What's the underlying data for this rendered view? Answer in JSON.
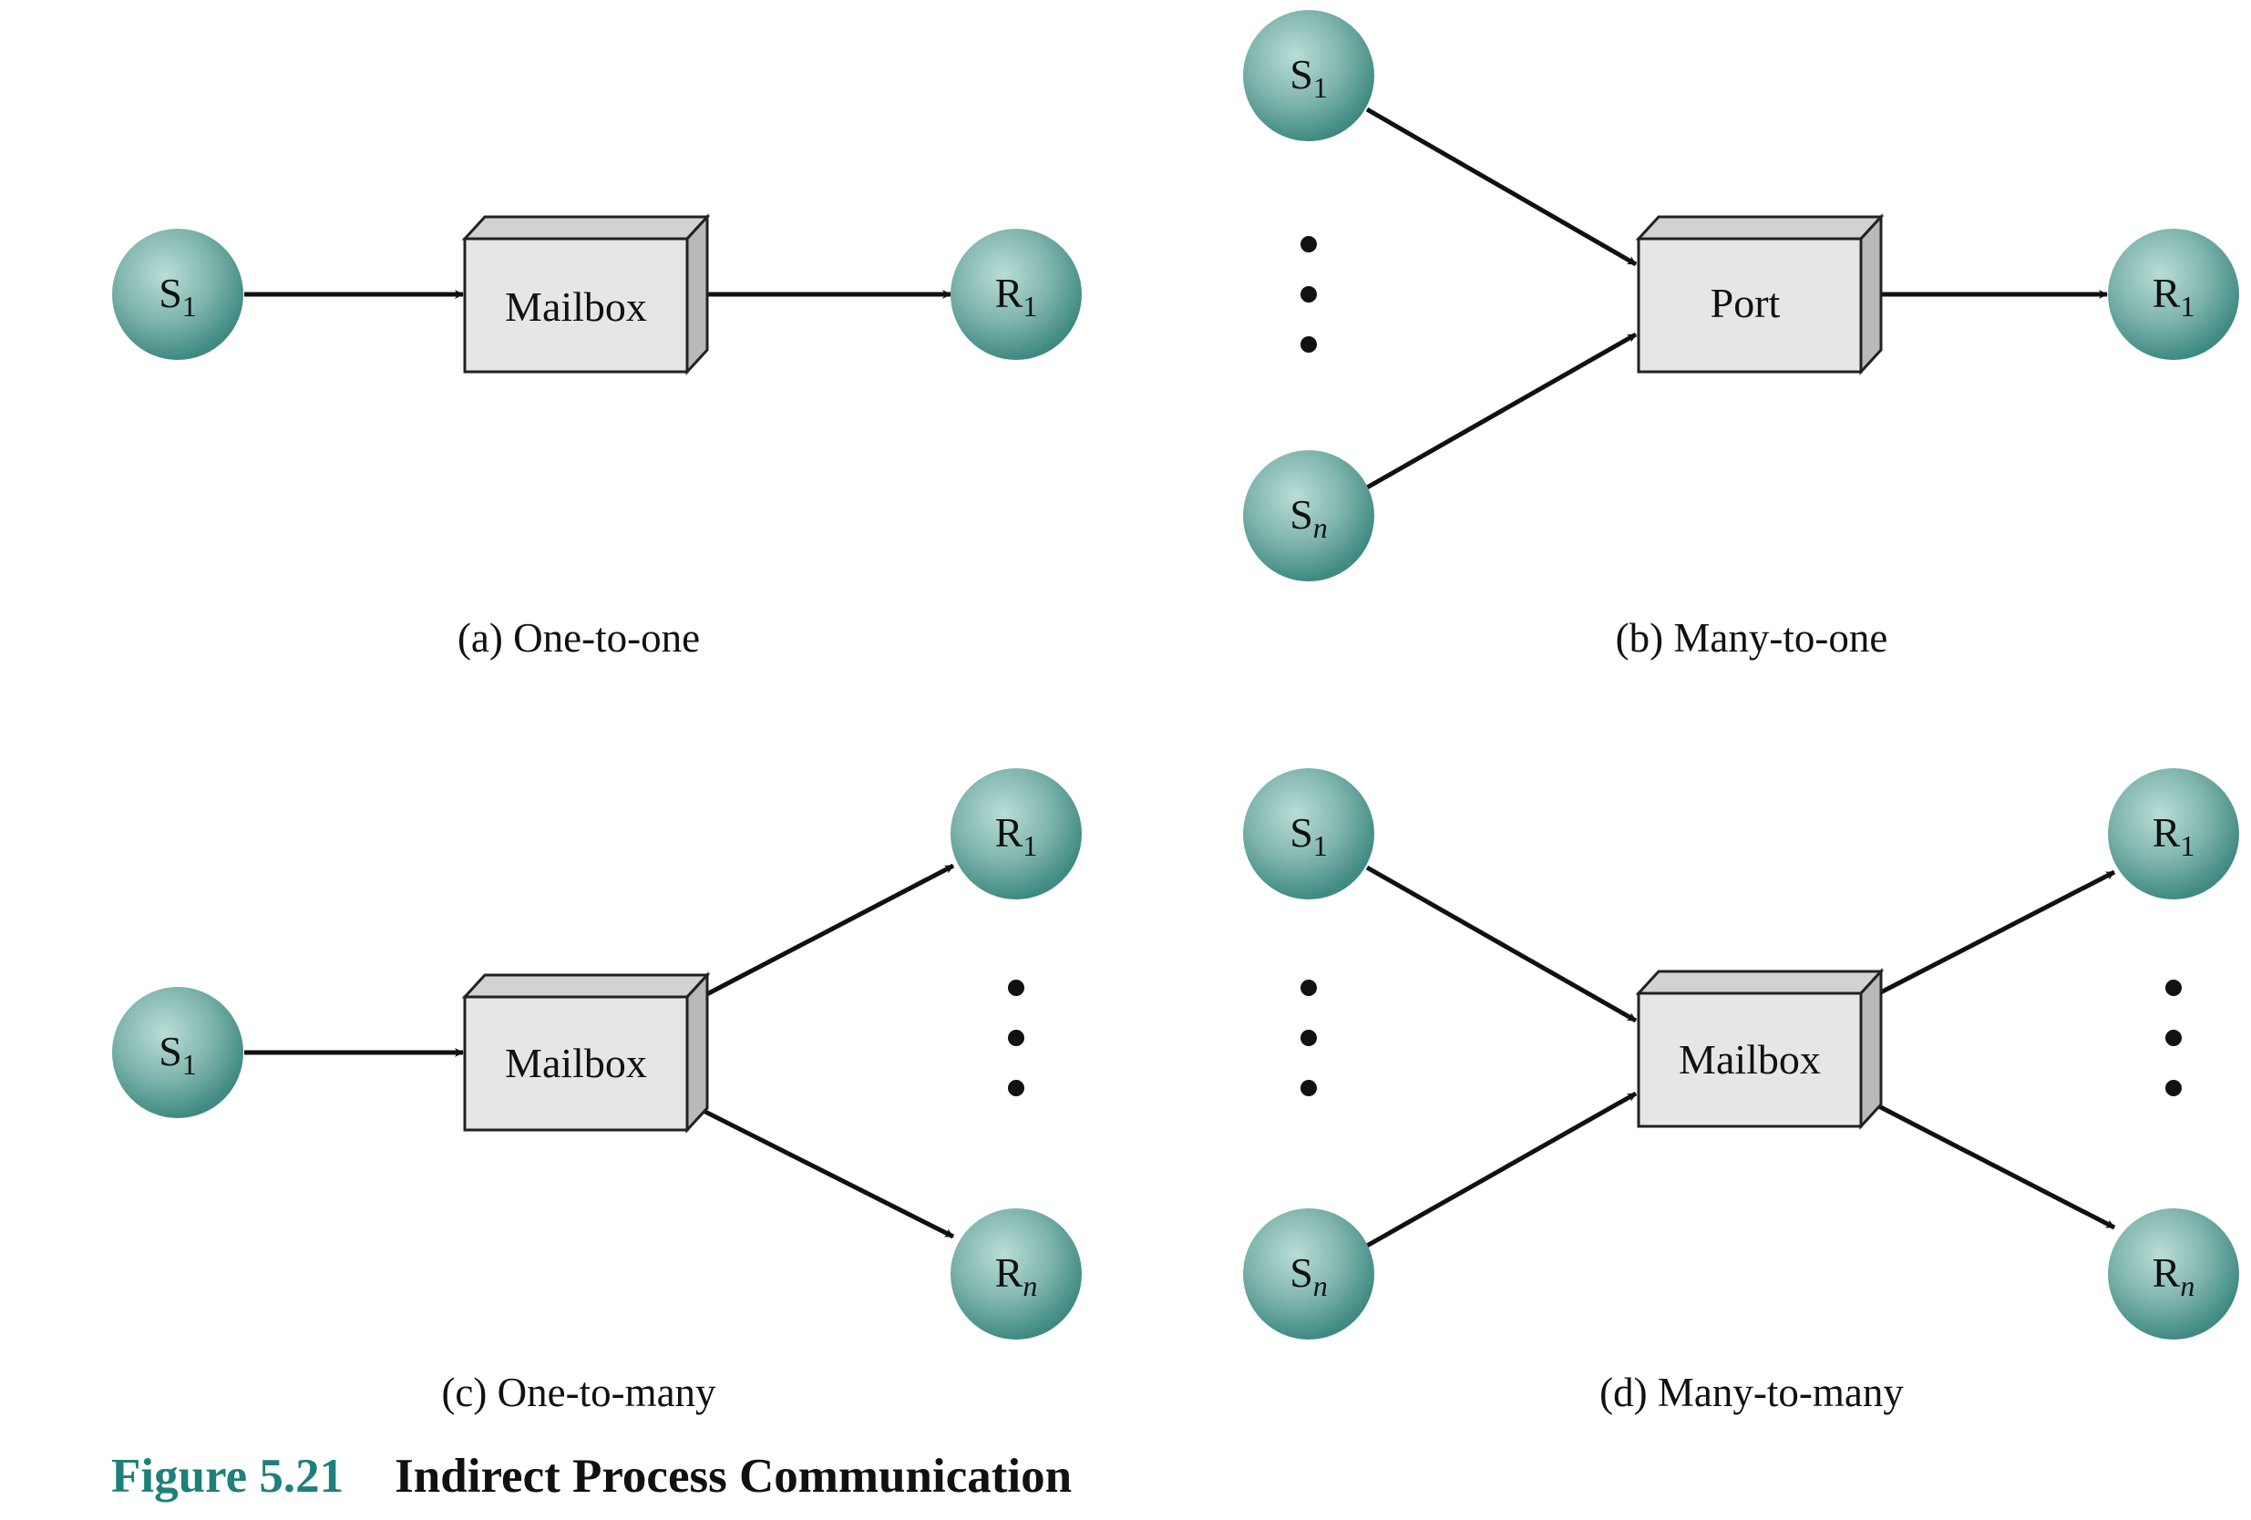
{
  "panels": [
    {
      "id": "a",
      "caption": "(a) One-to-one",
      "box_label": "Mailbox",
      "senders": [
        "S1"
      ],
      "receivers": [
        "R1"
      ]
    },
    {
      "id": "b",
      "caption": "(b) Many-to-one",
      "box_label": "Port",
      "senders": [
        "S1",
        "Sn"
      ],
      "receivers": [
        "R1"
      ]
    },
    {
      "id": "c",
      "caption": "(c) One-to-many",
      "box_label": "Mailbox",
      "senders": [
        "S1"
      ],
      "receivers": [
        "R1",
        "Rn"
      ]
    },
    {
      "id": "d",
      "caption": "(d) Many-to-many",
      "box_label": "Mailbox",
      "senders": [
        "S1",
        "Sn"
      ],
      "receivers": [
        "R1",
        "Rn"
      ]
    }
  ],
  "figure": {
    "number": "Figure 5.21",
    "title": "Indirect Process Communication"
  },
  "colors": {
    "node_center": "#a9d2cc",
    "node_edge": "#3f8a82",
    "box_face": "#e6e6e6",
    "box_top": "#d2d2d2",
    "box_side": "#b9b9b9",
    "caption_accent": "#1f7f7a"
  }
}
